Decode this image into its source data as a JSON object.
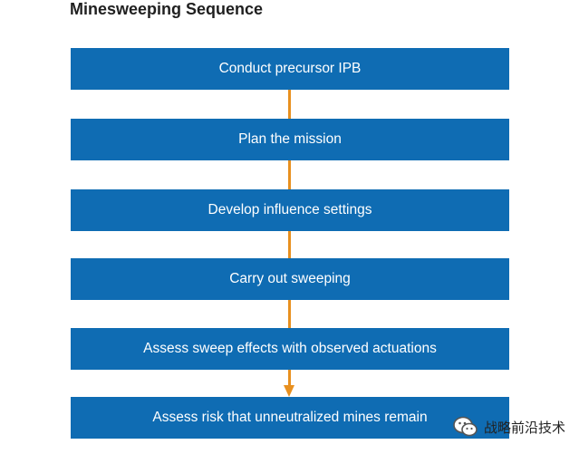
{
  "title": "Minesweeping Sequence",
  "steps": [
    "Conduct precursor IPB",
    "Plan the mission",
    "Develop influence settings",
    "Carry out sweeping",
    "Assess sweep effects with observed actuations",
    "Assess risk that unneutralized mines remain"
  ],
  "watermark": "战略前沿技术",
  "colors": {
    "box": "#0f6cb3",
    "connector": "#e8901f"
  }
}
